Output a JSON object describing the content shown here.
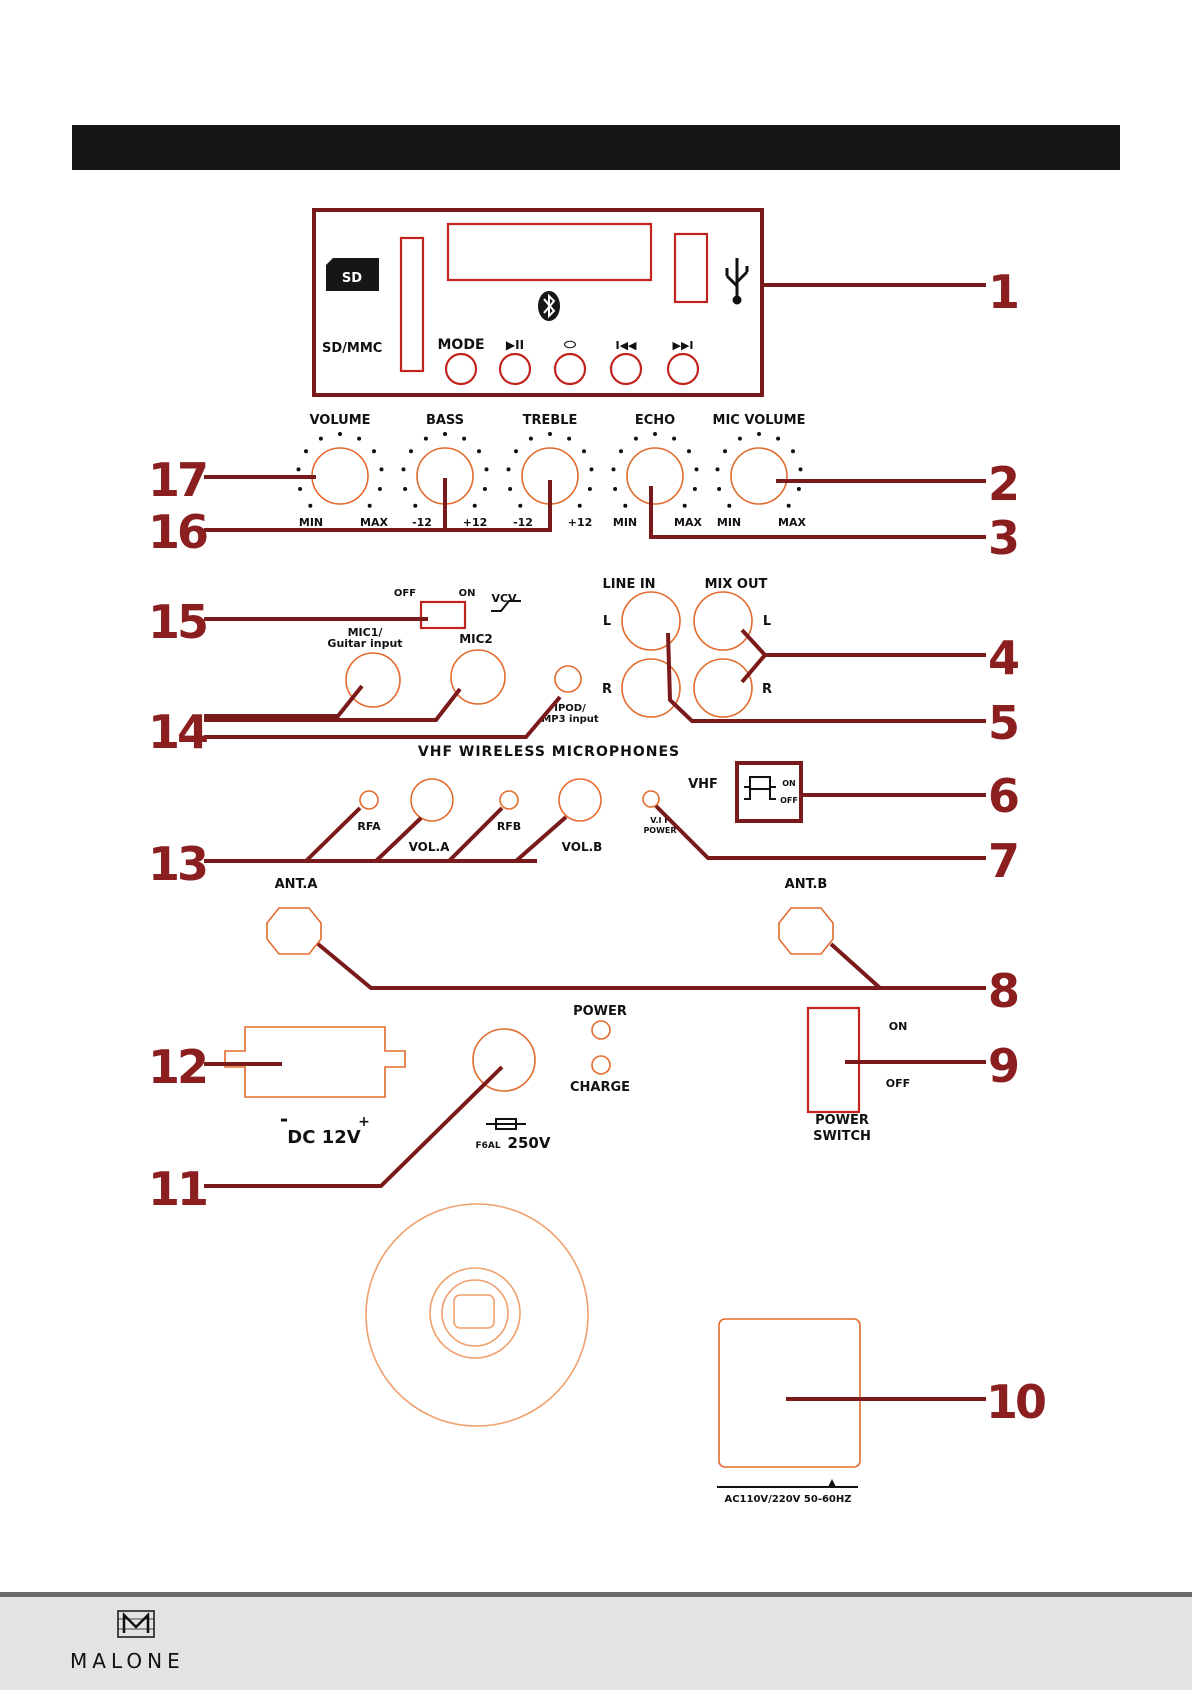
{
  "colors": {
    "accent_red": "#8b1f1f",
    "outline_orange": "#e36b2d",
    "header_bar": "#161616"
  },
  "top_panel": {
    "sd_icon_label": "SD",
    "card_slot_label": "SD/MMC",
    "buttons": [
      "MODE",
      "▶II",
      "⬭",
      "I◀◀",
      "▶▶I"
    ],
    "bluetooth_icon": "bluetooth-icon",
    "usb_icon": "usb-icon"
  },
  "knobs": {
    "names": [
      "VOLUME",
      "BASS",
      "TREBLE",
      "ECHO",
      "MIC VOLUME"
    ],
    "scale_labels": [
      "MIN",
      "MAX",
      "-12",
      "+12",
      "-12",
      "+12",
      "MIN",
      "MAX",
      "MIN",
      "MAX"
    ]
  },
  "switches": {
    "vcv_off": "OFF",
    "vcv_on": "ON",
    "vcv_label": "VCV",
    "vhf_label": "VHF",
    "vhf_on": "ON",
    "vhf_off": "OFF",
    "power_on": "ON",
    "power_off": "OFF",
    "power_switch_line1": "POWER",
    "power_switch_line2": "SWITCH"
  },
  "inputs": {
    "mic1_line1": "MIC1/",
    "mic1_line2": "Guitar input",
    "mic2": "MIC2",
    "ipod_line1": "IPOD/",
    "ipod_line2": "MP3 input",
    "line_in": "LINE IN",
    "mix_out": "MIX OUT",
    "left": "L",
    "right": "R"
  },
  "wireless": {
    "title": "VHF WIRELESS MICROPHONES",
    "rfa": "RFA",
    "vola": "VOL.A",
    "rfb": "RFB",
    "volb": "VOL.B",
    "vhf_power_line1": "V.I F",
    "vhf_power_line2": "POWER",
    "ant_a": "ANT.A",
    "ant_b": "ANT.B"
  },
  "power": {
    "power_led": "POWER",
    "charge_led": "CHARGE",
    "dc_minus": "-",
    "dc_label": "DC 12V",
    "dc_plus": "+",
    "fuse_small": "F6AL",
    "fuse_voltage": "250V",
    "ac_label": "AC110V/220V 50-60HZ"
  },
  "callouts": [
    "1",
    "2",
    "3",
    "4",
    "5",
    "6",
    "7",
    "8",
    "9",
    "10",
    "11",
    "12",
    "13",
    "14",
    "15",
    "16",
    "17"
  ],
  "footer": {
    "brand": "MALONE"
  }
}
